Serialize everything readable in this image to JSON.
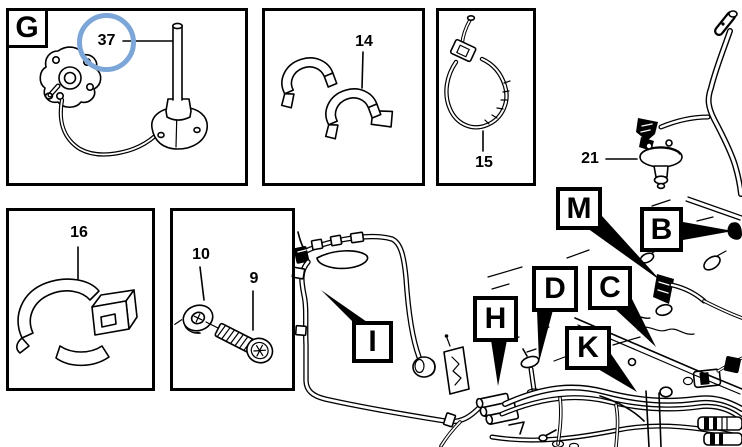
{
  "colors": {
    "background": "#ffffff",
    "line": "#000000",
    "highlight_circle": "#7ba6d7"
  },
  "insets": {
    "sensor": {
      "corner_letter": "G",
      "part_number": "37",
      "highlighted": true
    },
    "clips": {
      "part_number": "14"
    },
    "cable_tie": {
      "part_number": "15"
    },
    "clip_block": {
      "part_number": "16"
    },
    "fasteners": {
      "washer_number": "10",
      "screw_number": "9"
    }
  },
  "main_view": {
    "sensor_number": "21",
    "callouts": {
      "m": "M",
      "b": "B",
      "c": "C",
      "d": "D",
      "k": "K",
      "h": "H",
      "i": "I"
    }
  }
}
